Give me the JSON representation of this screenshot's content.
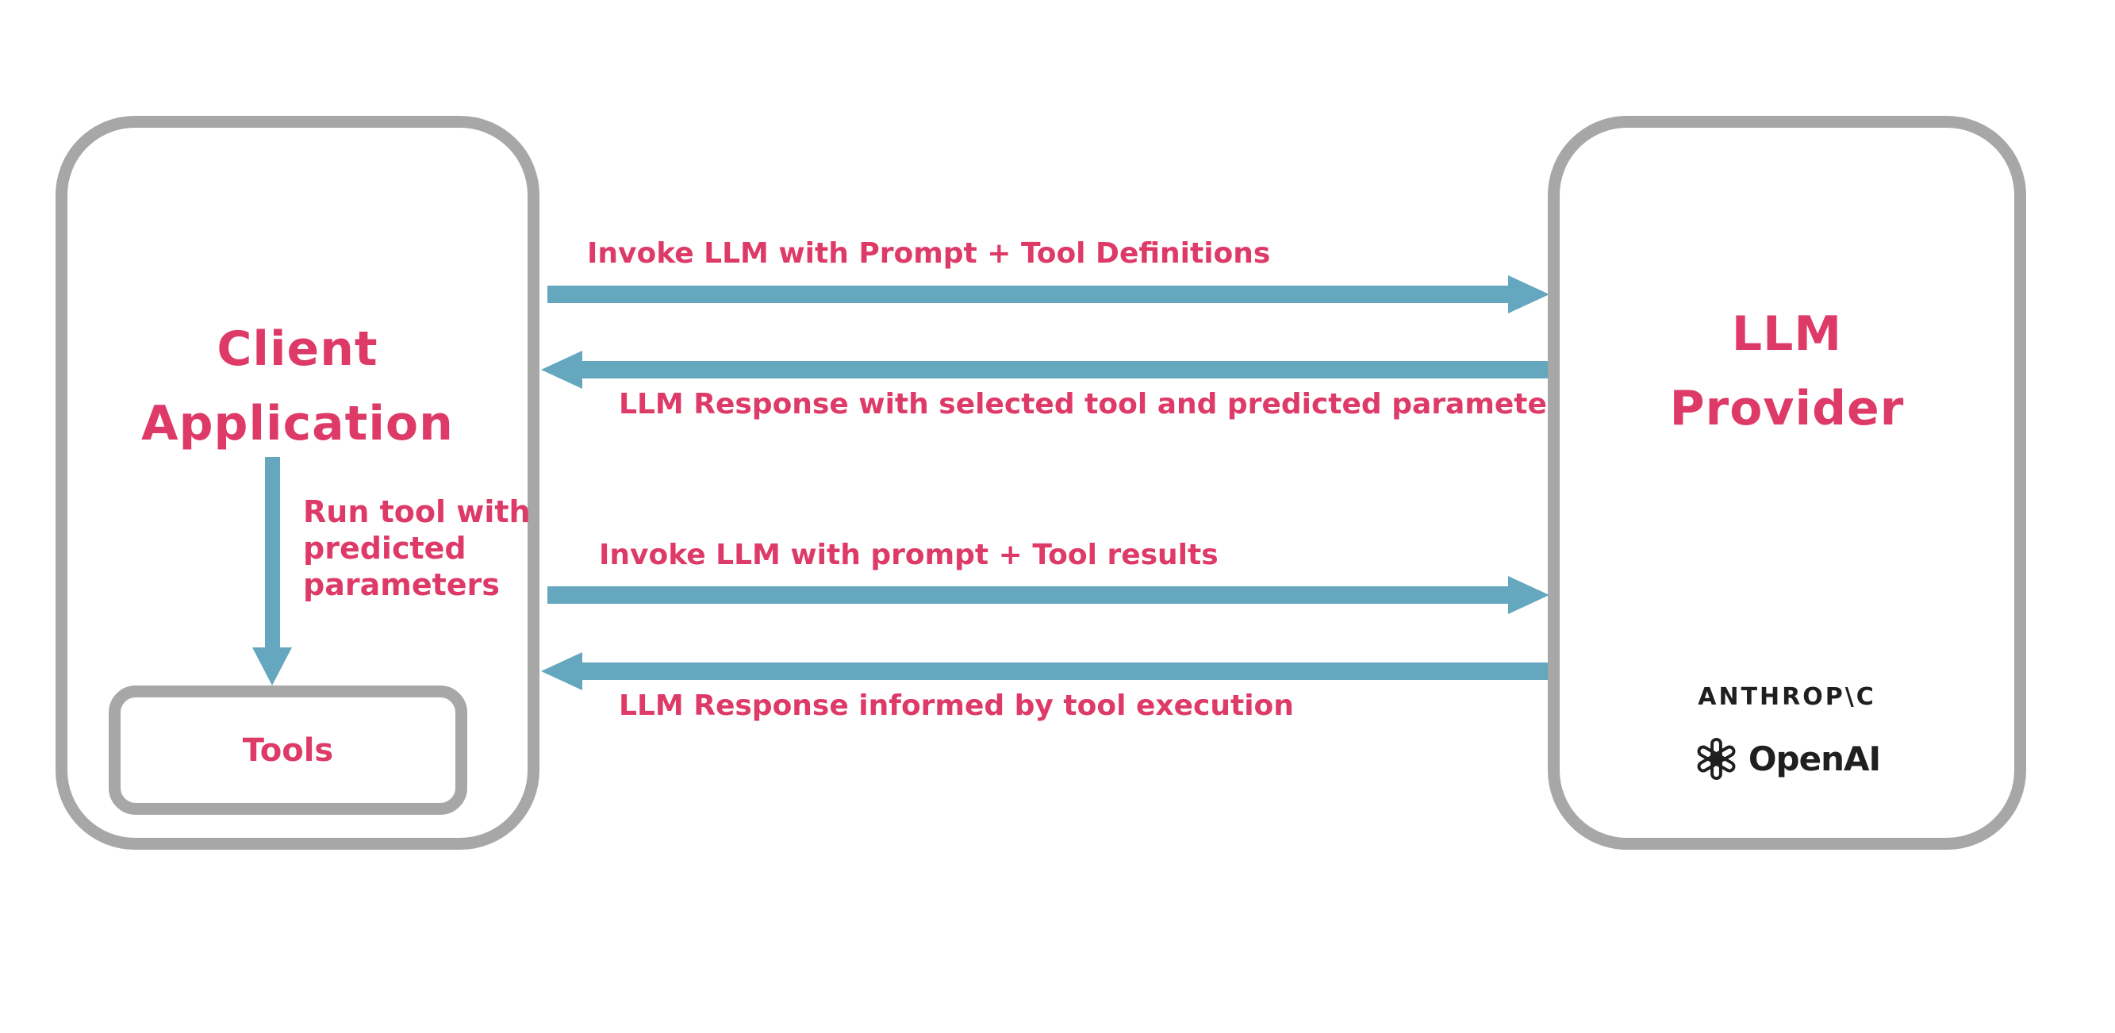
{
  "colors": {
    "accent": "#DE3A68",
    "arrow": "#64A7BE",
    "border": "#A7A7A7",
    "ink": "#1F1F1F",
    "background": "#FFFFFF"
  },
  "client_box": {
    "title_lines": [
      "Client",
      "Application"
    ],
    "tools_label": "Tools",
    "internal_arrow_label_lines": [
      "Run tool with",
      "predicted",
      "parameters"
    ]
  },
  "provider_box": {
    "title_lines": [
      "LLM",
      "Provider"
    ],
    "anthropic_wordmark": "ANTHROP\\C",
    "openai_wordmark": "OpenAI"
  },
  "arrows": [
    {
      "direction": "right",
      "label": "Invoke LLM with Prompt + Tool Definitions"
    },
    {
      "direction": "left",
      "label": "LLM Response with selected tool and predicted parameters"
    },
    {
      "direction": "right",
      "label": "Invoke LLM with prompt + Tool results"
    },
    {
      "direction": "left",
      "label": "LLM Response informed by tool execution"
    }
  ]
}
